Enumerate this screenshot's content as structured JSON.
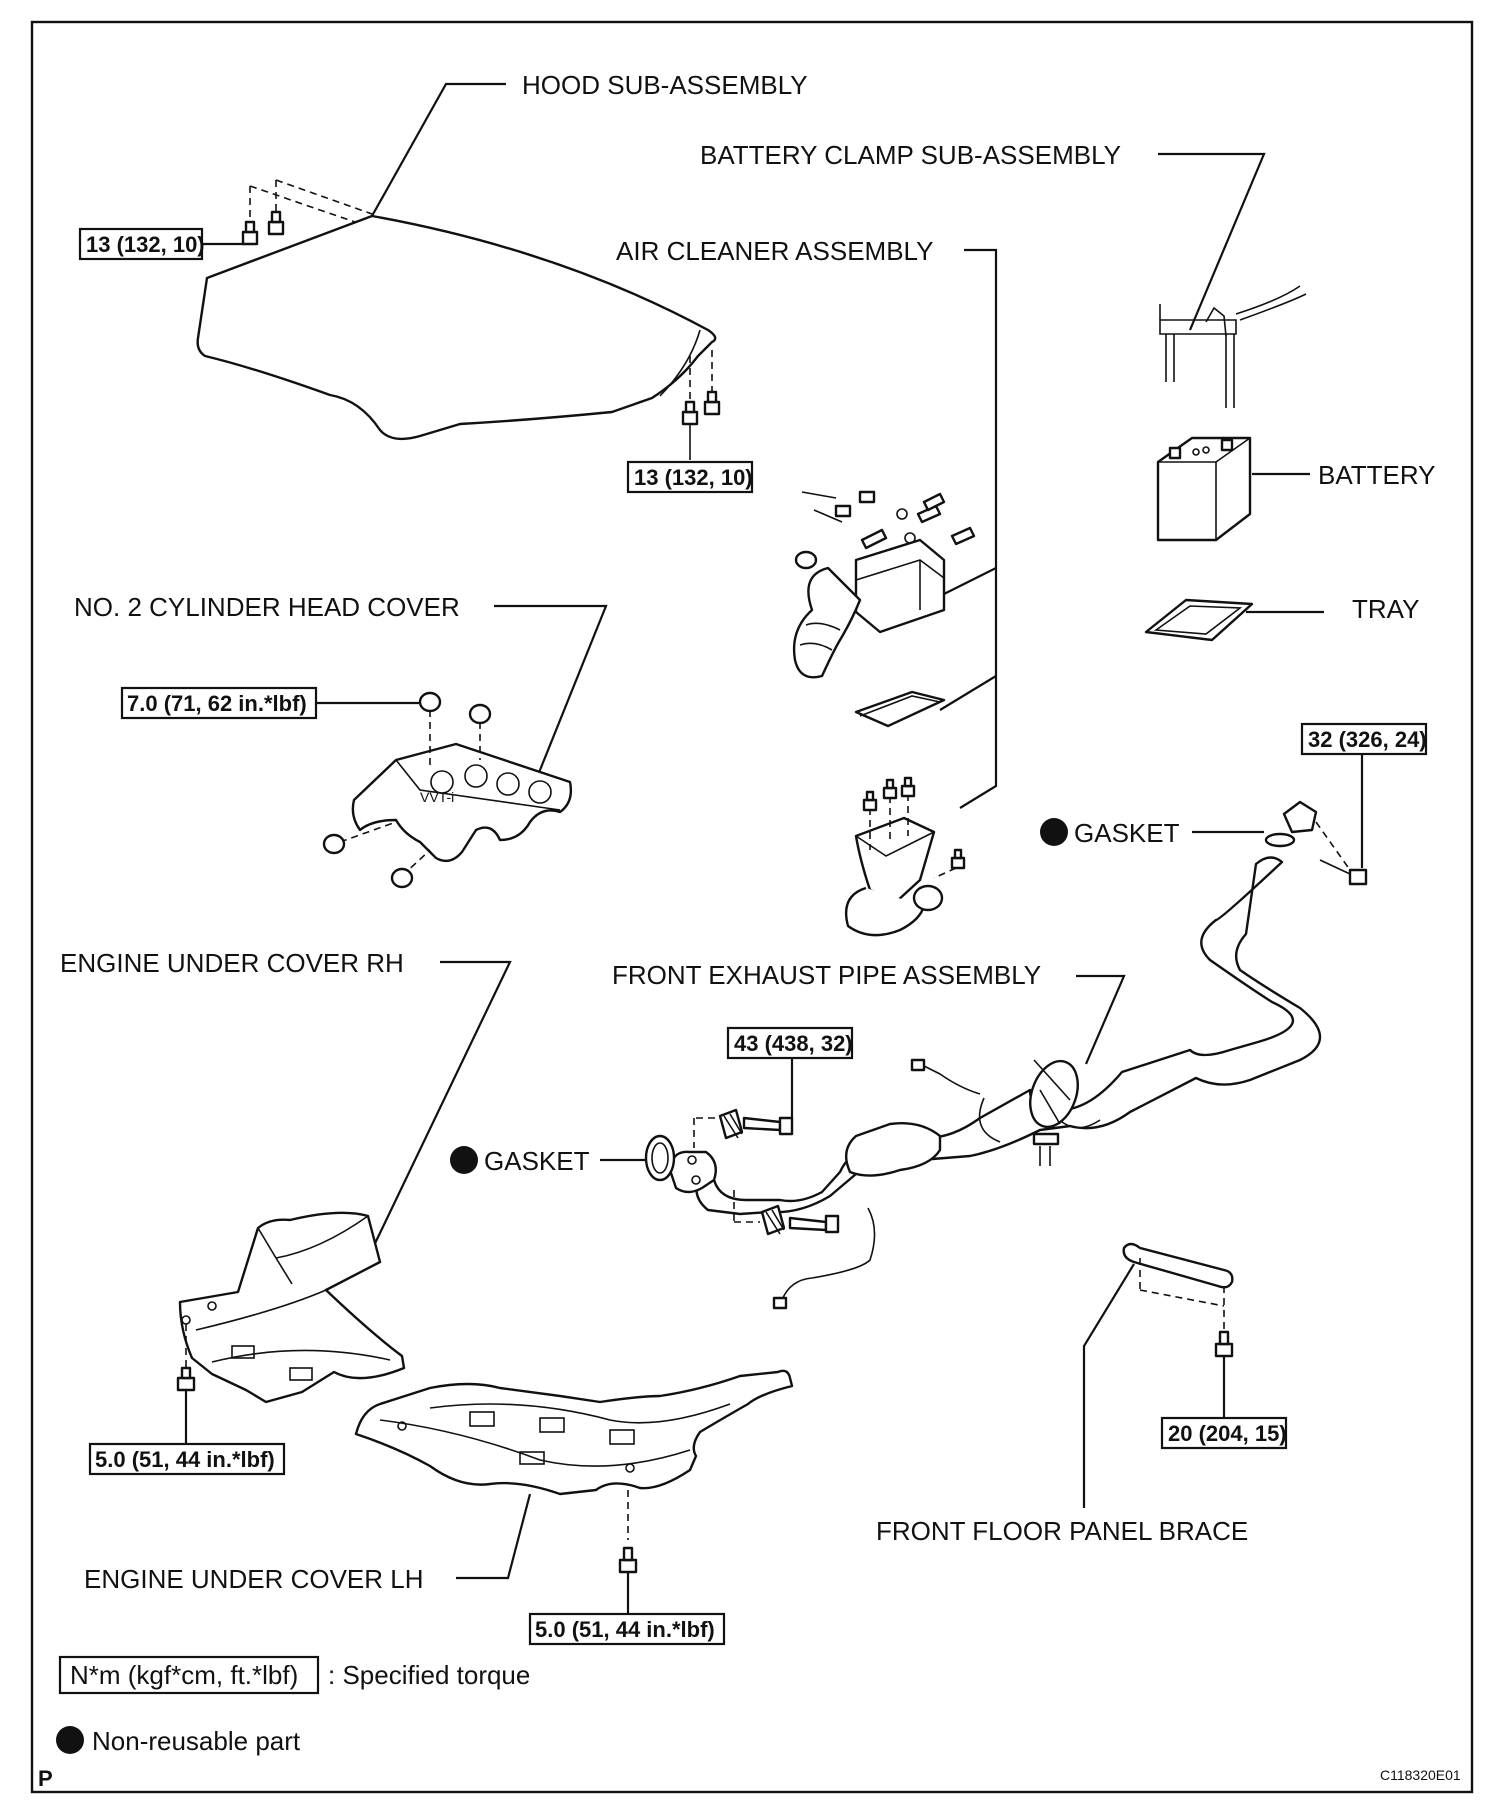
{
  "labels": {
    "hood": "HOOD SUB-ASSEMBLY",
    "battery_clamp": "BATTERY CLAMP SUB-ASSEMBLY",
    "air_cleaner": "AIR CLEANER ASSEMBLY",
    "battery": "BATTERY",
    "tray": "TRAY",
    "cyl_head_cover": "NO. 2 CYLINDER HEAD COVER",
    "gasket_upper": "GASKET",
    "engine_rh": "ENGINE UNDER COVER RH",
    "front_exhaust": "FRONT EXHAUST PIPE ASSEMBLY",
    "gasket_lower": "GASKET",
    "front_floor_brace": "FRONT FLOOR PANEL BRACE",
    "engine_lh": "ENGINE UNDER COVER LH"
  },
  "torques": {
    "hood_upper": "13 (132, 10)",
    "hood_lower": "13 (132, 10)",
    "cyl_head": "7.0 (71, 62 in.*lbf)",
    "exhaust_upper": "32 (326, 24)",
    "exhaust_flange": "43 (438, 32)",
    "brace": "20 (204, 15)",
    "rh_cover": "5.0 (51, 44 in.*lbf)",
    "lh_cover": "5.0 (51, 44 in.*lbf)"
  },
  "legend": {
    "torque_box": "N*m (kgf*cm, ft.*lbf)",
    "torque_desc": ": Specified torque",
    "non_reusable": "Non-reusable part"
  },
  "corner_left": "P",
  "figure_code": "C118320E01"
}
